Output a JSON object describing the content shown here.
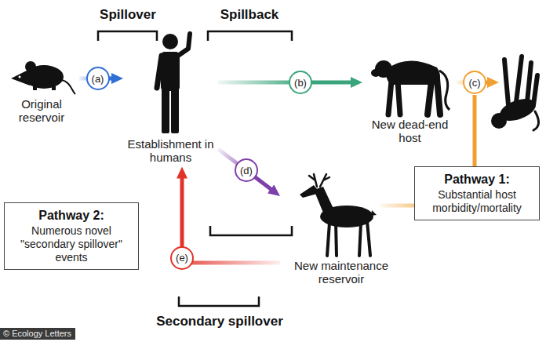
{
  "diagram": {
    "nodes": [
      {
        "text": [
          "Original reservoir"
        ]
      },
      {
        "text": [
          "Establishment in humans"
        ]
      },
      {
        "text": [
          "New dead-end host"
        ]
      },
      {
        "text": [
          "New maintenance reservoir"
        ]
      },
      {
        "text": [
          "Pathway 1:",
          "Substantial host morbidity/mortality"
        ]
      },
      {
        "text": [
          "Pathway 2:",
          "Numerous novel \"secondary spillover\" events"
        ]
      }
    ],
    "edges": [
      {
        "from": 0,
        "to": 1,
        "arrow": "to",
        "label": "(a)"
      },
      {
        "from": 1,
        "to": 2,
        "arrow": "to",
        "label": "(b)"
      },
      {
        "from": 1,
        "to": 3,
        "arrow": "to",
        "label": "(d)"
      },
      {
        "from": 3,
        "to": 1,
        "arrow": "to",
        "label": "(e)"
      }
    ],
    "labels": [
      "Spillover",
      "Spillback",
      "Secondary spillover",
      "(c)",
      "© Ecology Letters"
    ]
  }
}
